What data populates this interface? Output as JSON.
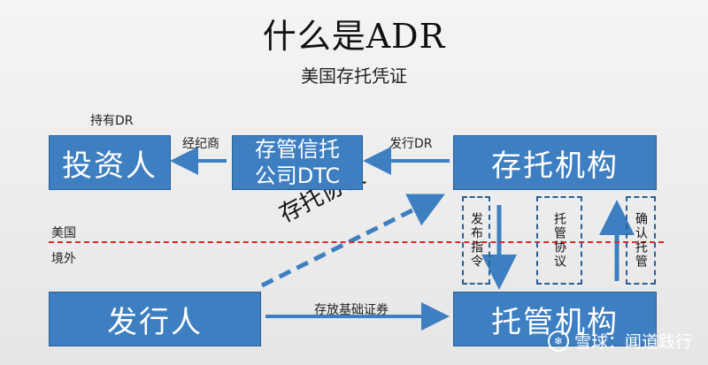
{
  "title": "什么是ADR",
  "subtitle": "美国存托凭证",
  "nodes": {
    "investor": "投资人",
    "dtc": [
      "存管信托",
      "公司DTC"
    ],
    "depositary": "存托机构",
    "issuer": "发行人",
    "custodian": "托管机构"
  },
  "labels": {
    "hold_dr": "持有DR",
    "broker": "经纪商",
    "issue_dr": "发行DR",
    "deposit_agreement": "存托协议",
    "deposit_securities": "存放基础证券",
    "us": "美国",
    "overseas": "境外"
  },
  "vertical_labels": {
    "issue_instruction": "发布指令",
    "custody_agreement": "托管协议",
    "confirm_custody": "确认托管"
  },
  "watermark": "雪球：闻道践行",
  "colors": {
    "box": "#3d7fc1",
    "arrow": "#3d7fc1",
    "border_line": "#e3262a"
  }
}
